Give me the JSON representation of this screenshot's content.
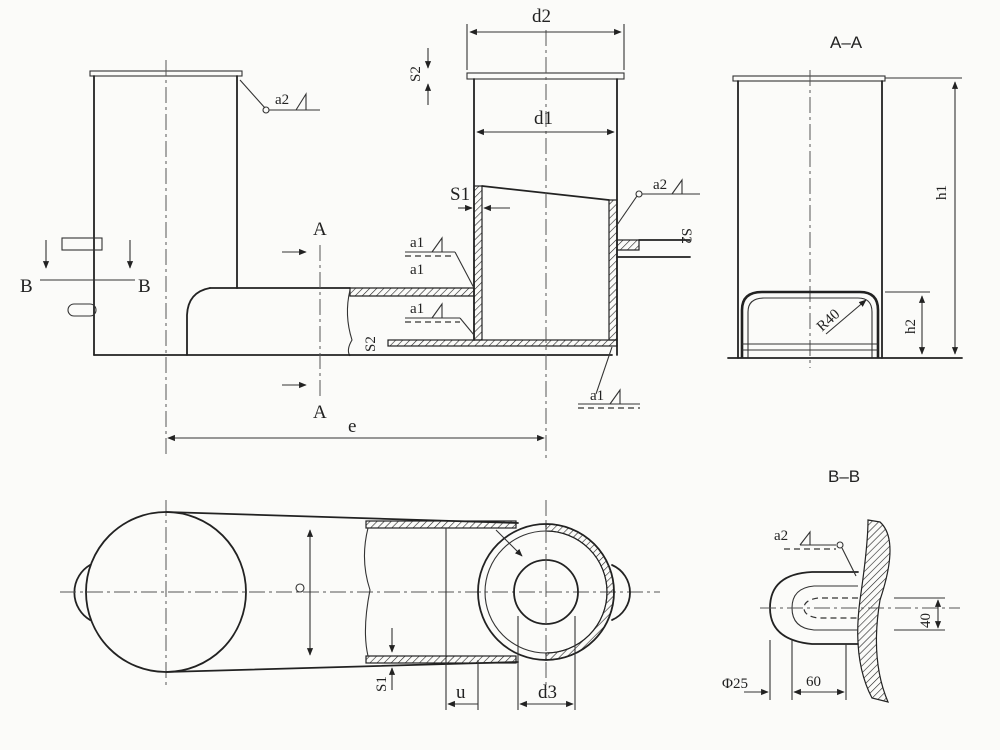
{
  "labels": {
    "d2": "d2",
    "d1": "d1",
    "s2_top": "S2",
    "a2_top": "a2",
    "a2_right": "a2",
    "s1_left": "S1",
    "s2_side": "S2",
    "a1_upper": "a1",
    "a1_upper2": "a1",
    "a1_mid": "a1",
    "a1_bottom": "a1",
    "s2_bottom": "S2",
    "section_a_top": "A",
    "section_a_bottom": "A",
    "section_b_left": "B",
    "section_b_right": "B",
    "e": "e",
    "aa_title": "A–A",
    "h1": "h1",
    "h2": "h2",
    "r40": "R40",
    "bb_title": "B–B",
    "a2_bb": "a2",
    "dim_40": "40",
    "phi25": "Φ25",
    "dim_60": "60",
    "s1_plan": "S1",
    "u": "u",
    "d3": "d3"
  },
  "colors": {
    "line": "#222222",
    "paper": "#fbfbf9"
  }
}
